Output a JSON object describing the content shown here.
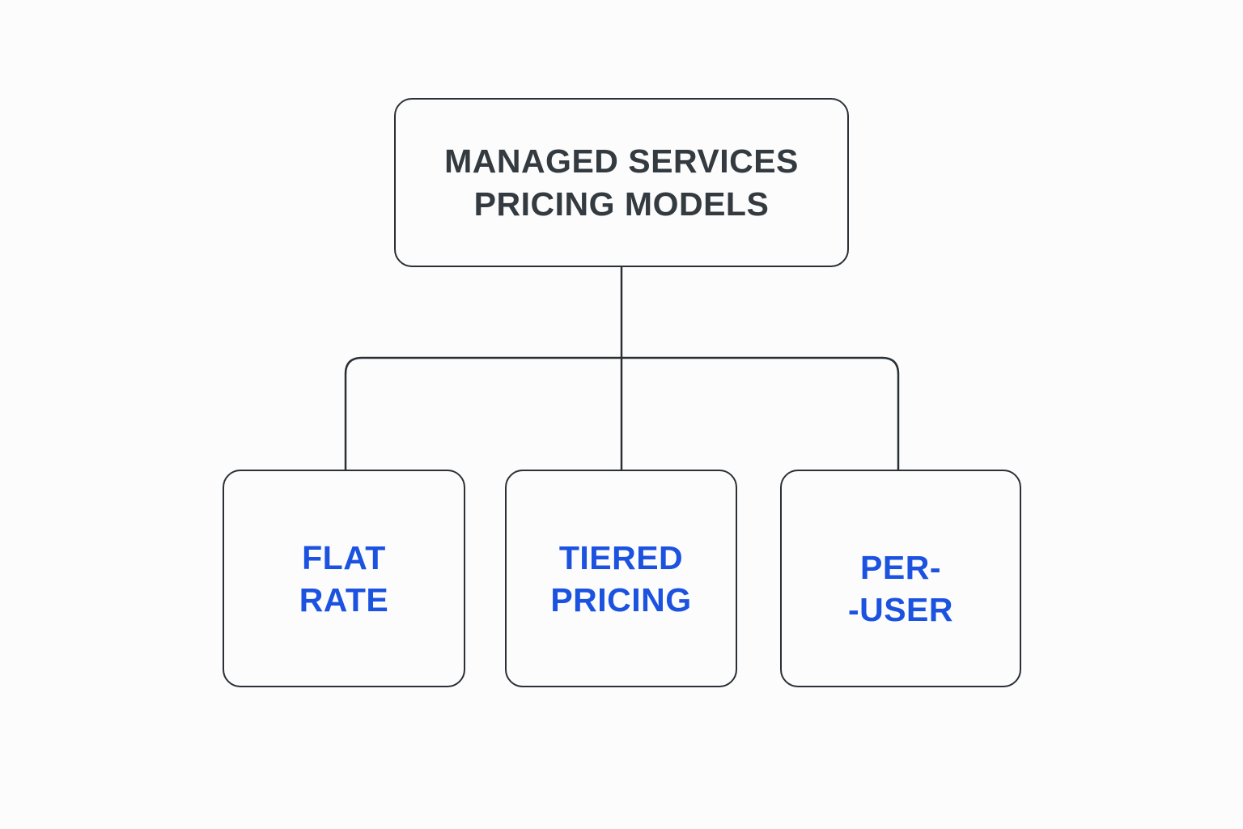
{
  "root": {
    "lines": [
      "MANAGED SERVICES",
      "PRICING MODELS"
    ]
  },
  "children": [
    {
      "lines": [
        "FLAT",
        "RATE"
      ]
    },
    {
      "lines": [
        "TIERED",
        "PRICING"
      ]
    },
    {
      "lines": [
        "PER-",
        "-USER"
      ]
    }
  ],
  "colors": {
    "background": "#fcfcfc",
    "stroke": "#2b3036",
    "root_text": "#333a40",
    "child_text": "#1b52e0"
  }
}
